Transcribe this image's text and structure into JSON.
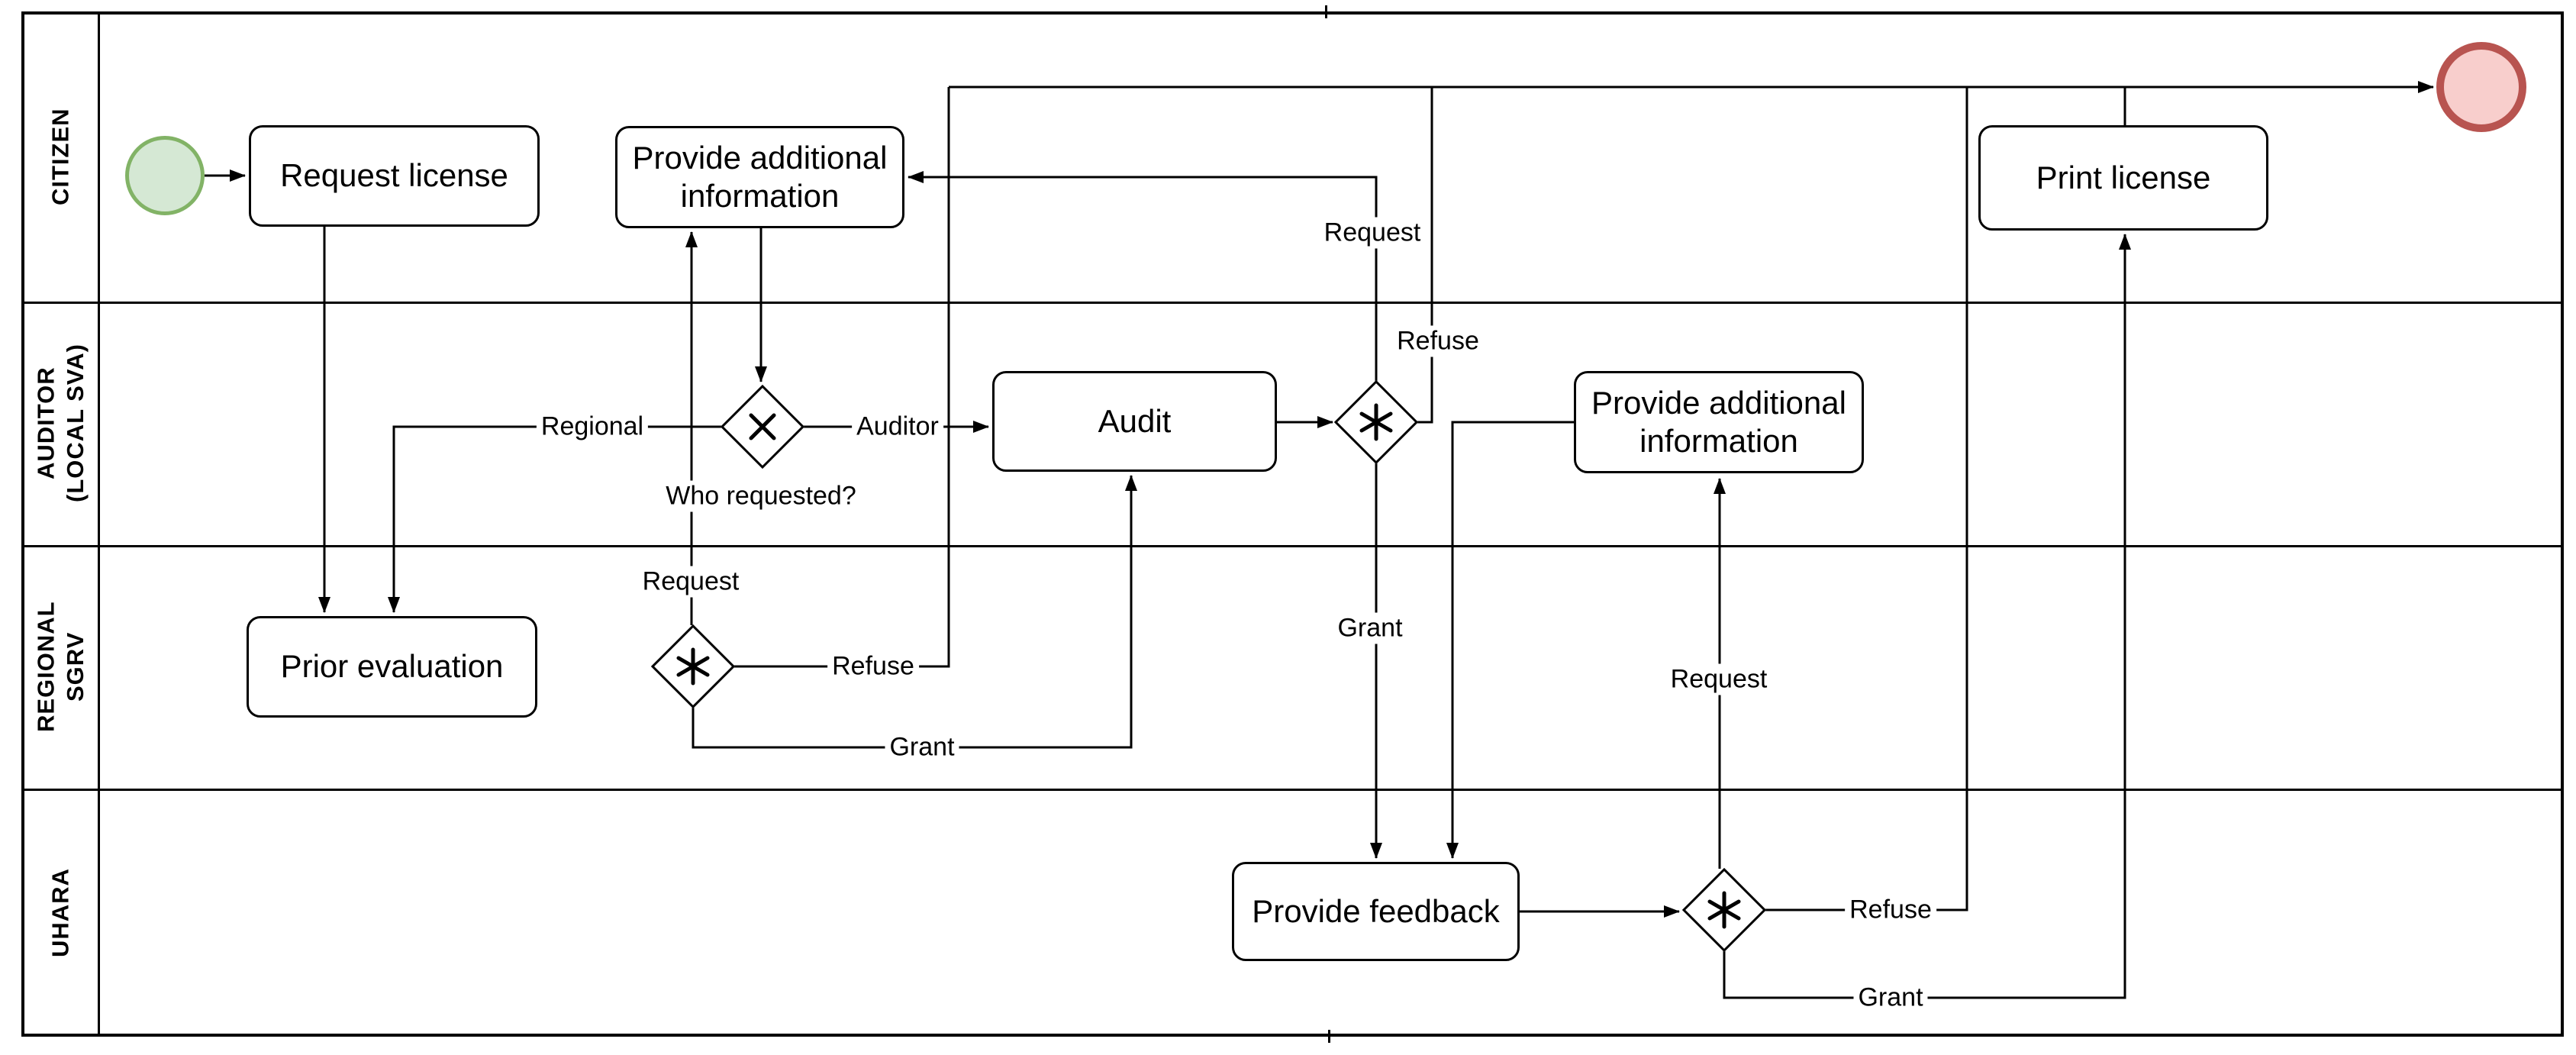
{
  "colors": {
    "start_event_fill": "#d5e8d4",
    "start_event_stroke": "#82b366",
    "end_event_fill": "#f8cecc",
    "end_event_stroke": "#b85450",
    "flow_color": "#000000",
    "task_fill": "#ffffff"
  },
  "lanes": [
    {
      "id": "citizen",
      "label": "CITIZEN"
    },
    {
      "id": "auditor",
      "label": "AUDITOR\n(LOCAL SVA)"
    },
    {
      "id": "regional",
      "label": "REGIONAL\nSGRV"
    },
    {
      "id": "uhara",
      "label": "UHARA"
    }
  ],
  "nodes": {
    "tasks": {
      "request_license": "Request license",
      "provide_additional_info_citizen": "Provide additional\ninformation",
      "audit": "Audit",
      "provide_additional_info_auditor": "Provide additional\ninformation",
      "prior_evaluation": "Prior evaluation",
      "provide_feedback": "Provide feedback",
      "print_license": "Print license"
    },
    "events": {
      "start": {
        "type": "start-event"
      },
      "end": {
        "type": "end-event"
      }
    },
    "gateways": {
      "who_requested": {
        "icon": "exclusive-x-icon"
      },
      "audit_decision": {
        "icon": "complex-asterisk-icon"
      },
      "regional_decision": {
        "icon": "complex-asterisk-icon"
      },
      "uhara_decision": {
        "icon": "complex-asterisk-icon"
      }
    }
  },
  "edge_labels": {
    "regional": "Regional",
    "auditor": "Auditor",
    "who_requested": "Who requested?",
    "sgrv_request": "Request",
    "sgrv_refuse": "Refuse",
    "sgrv_grant": "Grant",
    "auditor_request": "Request",
    "auditor_refuse": "Refuse",
    "auditor_grant": "Grant",
    "uhara_request": "Request",
    "uhara_refuse": "Refuse",
    "uhara_grant": "Grant"
  }
}
